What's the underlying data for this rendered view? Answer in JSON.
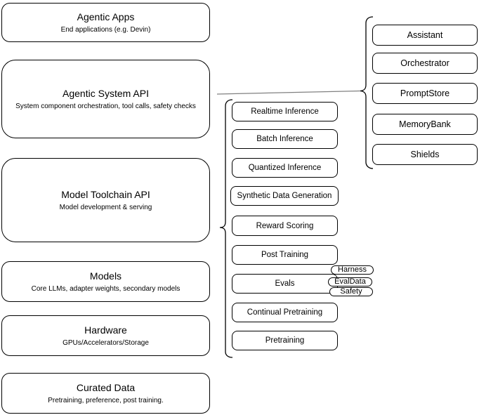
{
  "diagram": {
    "stack": [
      {
        "title": "Agentic Apps",
        "subtitle": "End applications (e.g. Devin)"
      },
      {
        "title": "Agentic System API",
        "subtitle": "System component orchestration, tool calls, safety checks"
      },
      {
        "title": "Model Toolchain API",
        "subtitle": "Model development & serving"
      },
      {
        "title": "Models",
        "subtitle": "Core LLMs, adapter weights, secondary models"
      },
      {
        "title": "Hardware",
        "subtitle": "GPUs/Accelerators/Storage"
      },
      {
        "title": "Curated Data",
        "subtitle": "Pretraining, preference, post training."
      }
    ],
    "toolchain_items": [
      "Realtime Inference",
      "Batch Inference",
      "Quantized Inference",
      "Synthetic Data Generation",
      "Reward Scoring",
      "Post Training",
      "Evals",
      "Continual Pretraining",
      "Pretraining"
    ],
    "eval_tags": [
      "Harness",
      "EvalData",
      "Safety"
    ],
    "system_components": [
      "Assistant",
      "Orchestrator",
      "PromptStore",
      "MemoryBank",
      "Shields"
    ],
    "colors": {
      "stroke": "#000000",
      "connector": "#808080",
      "background": "#ffffff",
      "text": "#000000"
    }
  }
}
